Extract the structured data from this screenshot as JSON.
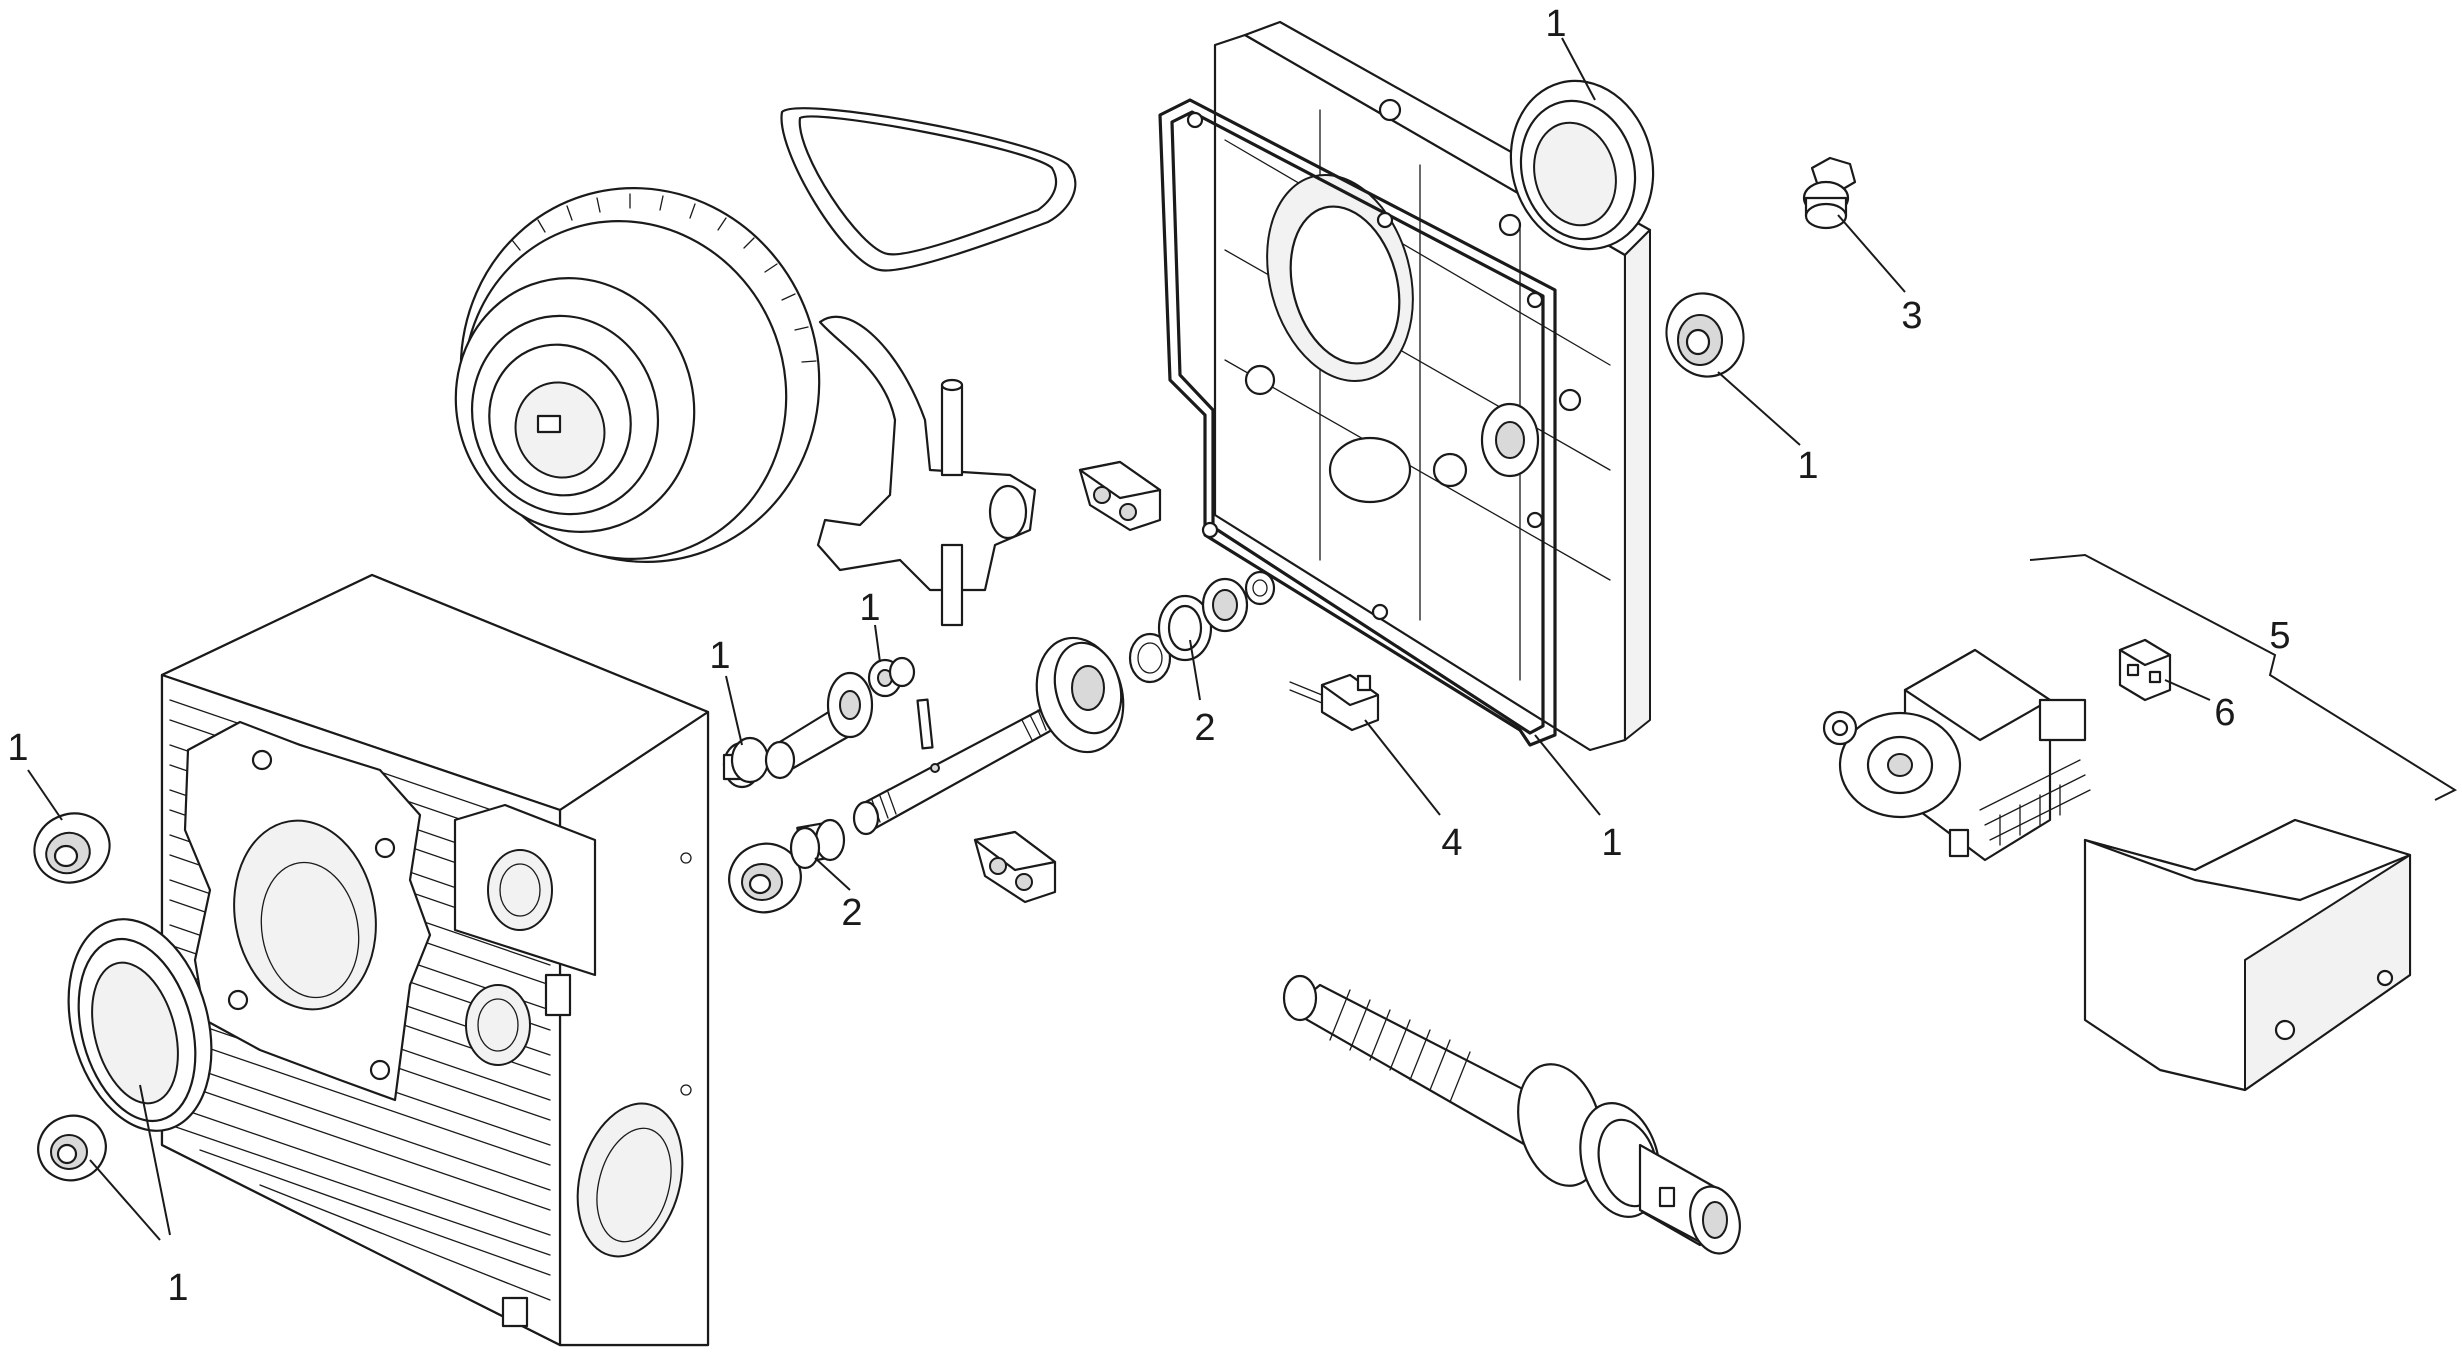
{
  "callouts": {
    "c1_top": "1",
    "c1_right_bearing": "1",
    "c3": "3",
    "c1_left": "1",
    "c1_shaft_mid": "1",
    "c1_shaft_left": "1",
    "c2_upper": "2",
    "c2_lower": "2",
    "c4": "4",
    "c1_gasket": "1",
    "c1_bottom_left": "1",
    "c5": "5",
    "c6": "6"
  },
  "colors": {
    "line": "#1a1a1a",
    "background": "#ffffff"
  }
}
